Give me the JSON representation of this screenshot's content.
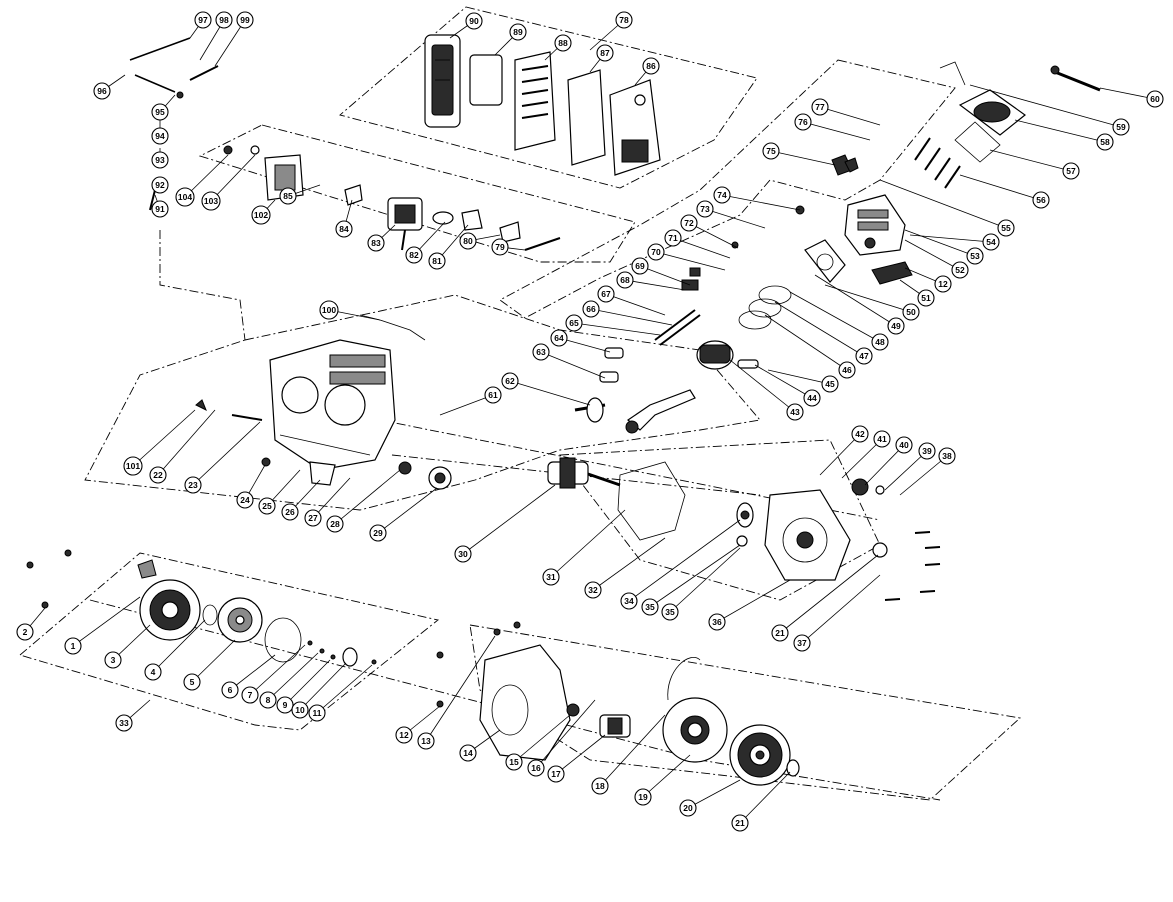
{
  "diagram": {
    "callouts": [
      {
        "label": "1"
      },
      {
        "label": "2"
      },
      {
        "label": "3"
      },
      {
        "label": "4"
      },
      {
        "label": "5"
      },
      {
        "label": "6"
      },
      {
        "label": "7"
      },
      {
        "label": "8"
      },
      {
        "label": "9"
      },
      {
        "label": "10"
      },
      {
        "label": "11"
      },
      {
        "label": "12"
      },
      {
        "label": "13"
      },
      {
        "label": "14"
      },
      {
        "label": "15"
      },
      {
        "label": "16"
      },
      {
        "label": "17"
      },
      {
        "label": "18"
      },
      {
        "label": "19"
      },
      {
        "label": "20"
      },
      {
        "label": "21"
      },
      {
        "label": "21"
      },
      {
        "label": "22"
      },
      {
        "label": "23"
      },
      {
        "label": "24"
      },
      {
        "label": "25"
      },
      {
        "label": "26"
      },
      {
        "label": "27"
      },
      {
        "label": "28"
      },
      {
        "label": "29"
      },
      {
        "label": "30"
      },
      {
        "label": "31"
      },
      {
        "label": "32"
      },
      {
        "label": "33"
      },
      {
        "label": "34"
      },
      {
        "label": "35"
      },
      {
        "label": "35"
      },
      {
        "label": "36"
      },
      {
        "label": "37"
      },
      {
        "label": "38"
      },
      {
        "label": "39"
      },
      {
        "label": "40"
      },
      {
        "label": "41"
      },
      {
        "label": "42"
      },
      {
        "label": "43"
      },
      {
        "label": "44"
      },
      {
        "label": "45"
      },
      {
        "label": "46"
      },
      {
        "label": "47"
      },
      {
        "label": "48"
      },
      {
        "label": "49"
      },
      {
        "label": "50"
      },
      {
        "label": "51"
      },
      {
        "label": "12"
      },
      {
        "label": "52"
      },
      {
        "label": "53"
      },
      {
        "label": "54"
      },
      {
        "label": "55"
      },
      {
        "label": "56"
      },
      {
        "label": "57"
      },
      {
        "label": "58"
      },
      {
        "label": "59"
      },
      {
        "label": "60"
      },
      {
        "label": "61"
      },
      {
        "label": "62"
      },
      {
        "label": "63"
      },
      {
        "label": "64"
      },
      {
        "label": "65"
      },
      {
        "label": "66"
      },
      {
        "label": "67"
      },
      {
        "label": "68"
      },
      {
        "label": "69"
      },
      {
        "label": "70"
      },
      {
        "label": "71"
      },
      {
        "label": "72"
      },
      {
        "label": "73"
      },
      {
        "label": "74"
      },
      {
        "label": "75"
      },
      {
        "label": "76"
      },
      {
        "label": "77"
      },
      {
        "label": "78"
      },
      {
        "label": "79"
      },
      {
        "label": "80"
      },
      {
        "label": "81"
      },
      {
        "label": "82"
      },
      {
        "label": "83"
      },
      {
        "label": "84"
      },
      {
        "label": "85"
      },
      {
        "label": "86"
      },
      {
        "label": "87"
      },
      {
        "label": "88"
      },
      {
        "label": "89"
      },
      {
        "label": "90"
      },
      {
        "label": "91"
      },
      {
        "label": "92"
      },
      {
        "label": "93"
      },
      {
        "label": "94"
      },
      {
        "label": "95"
      },
      {
        "label": "96"
      },
      {
        "label": "97"
      },
      {
        "label": "98"
      },
      {
        "label": "99"
      },
      {
        "label": "100"
      },
      {
        "label": "101"
      },
      {
        "label": "102"
      },
      {
        "label": "103"
      },
      {
        "label": "104"
      }
    ]
  }
}
